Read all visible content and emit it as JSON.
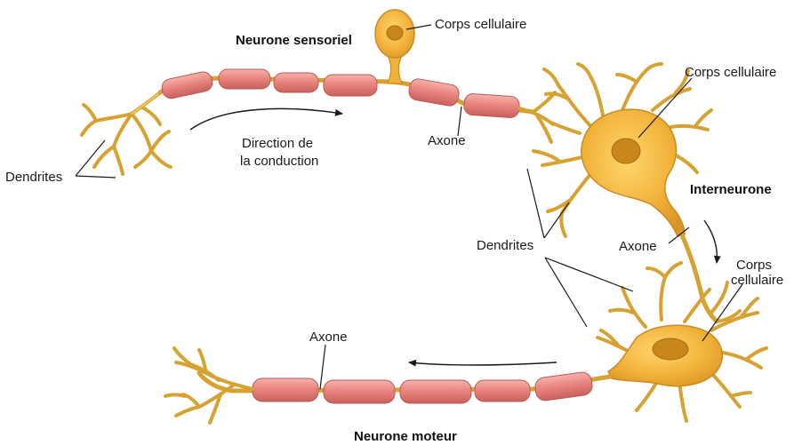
{
  "titles": {
    "sensory": "Neurone sensoriel",
    "inter": "Interneurone",
    "motor": "Neurone moteur"
  },
  "labels": {
    "cell_body_sensory": "Corps cellulaire",
    "cell_body_inter": "Corps cellulaire",
    "cell_body_motor_line1": "Corps",
    "cell_body_motor_line2": "cellulaire",
    "dendrites_left": "Dendrites",
    "dendrites_middle": "Dendrites",
    "axon_sensory": "Axone",
    "axon_inter": "Axone",
    "axon_motor": "Axone",
    "conduction_line1": "Direction de",
    "conduction_line2": "la conduction"
  },
  "colors": {
    "neuron_body": "#f0b33a",
    "myelin": "#e98a86",
    "text": "#1a1a1a"
  }
}
